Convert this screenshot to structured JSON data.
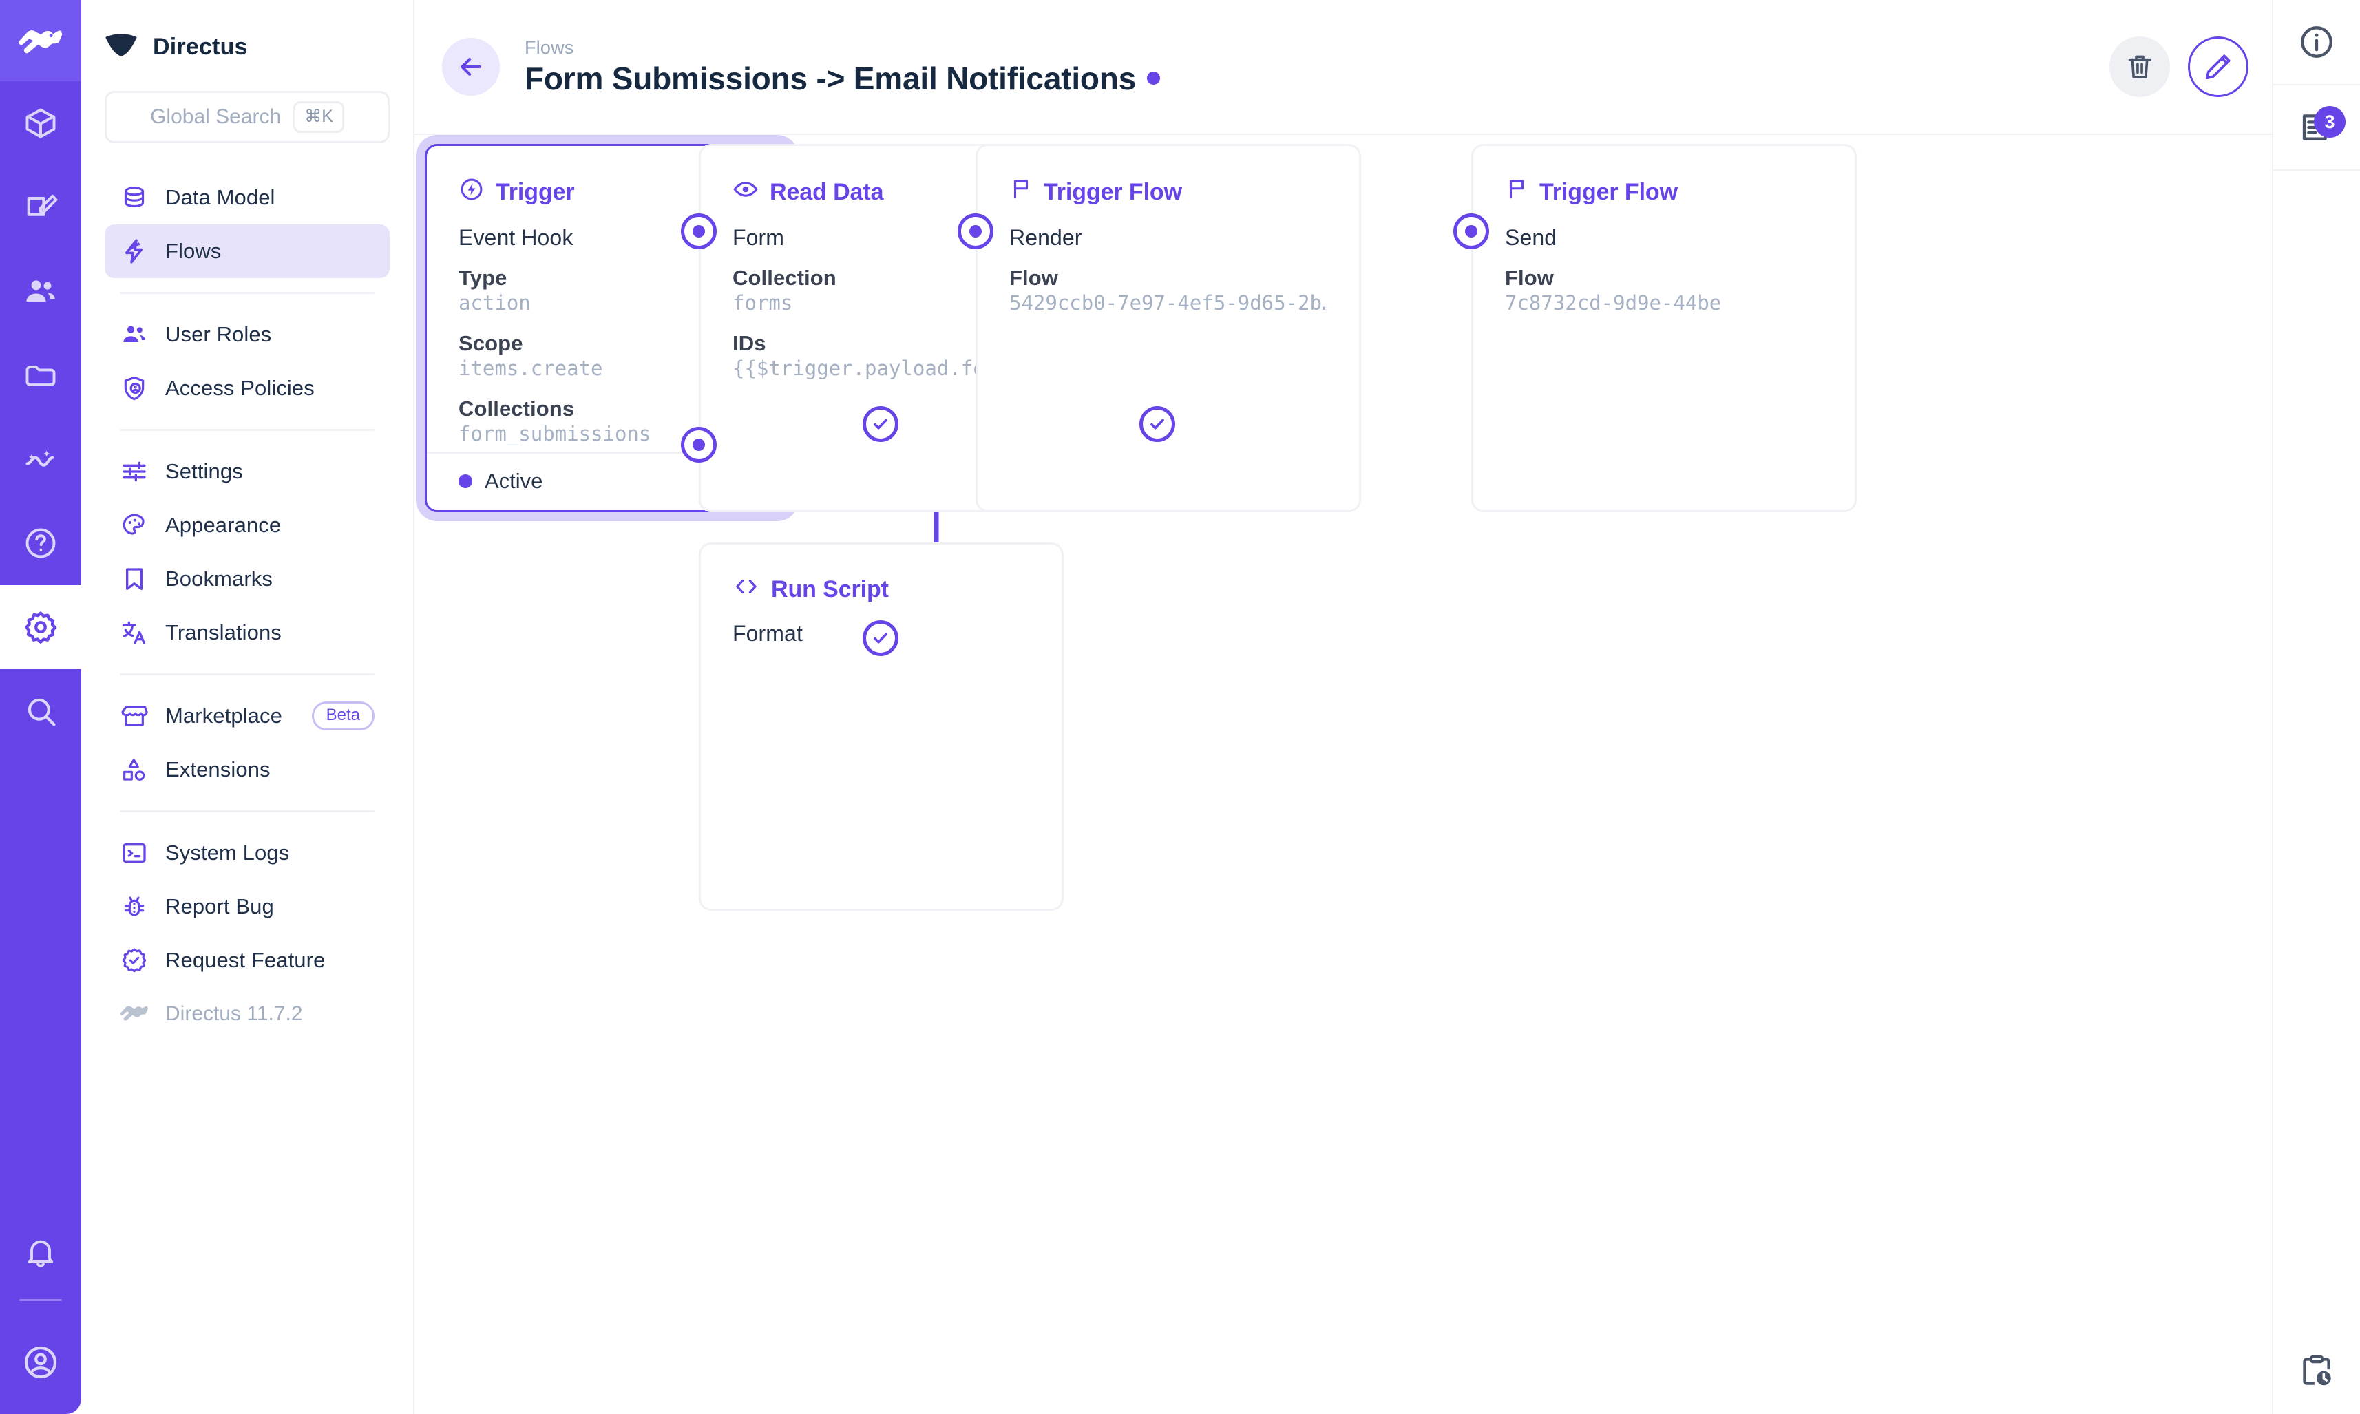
{
  "brand": {
    "name": "Directus",
    "logo_icon": "directus-logo-icon"
  },
  "rail": {
    "logo_icon": "directus-rabbit-icon",
    "items": [
      {
        "name": "content",
        "icon": "box-icon"
      },
      {
        "name": "editor",
        "icon": "edit-square-icon"
      },
      {
        "name": "users",
        "icon": "people-icon"
      },
      {
        "name": "files",
        "icon": "folder-icon"
      },
      {
        "name": "insights",
        "icon": "insights-icon"
      },
      {
        "name": "help",
        "icon": "question-circle-icon"
      },
      {
        "name": "settings",
        "icon": "gear-icon",
        "active": true
      },
      {
        "name": "search",
        "icon": "search-icon"
      }
    ],
    "bottom": [
      {
        "name": "notifications",
        "icon": "bell-icon"
      },
      {
        "name": "account",
        "icon": "user-circle-icon"
      }
    ]
  },
  "search": {
    "placeholder": "Global Search",
    "shortcut": "⌘K"
  },
  "sidebar": {
    "groups": [
      {
        "items": [
          {
            "label": "Data Model",
            "icon": "database-icon",
            "active": false
          },
          {
            "label": "Flows",
            "icon": "lightning-icon",
            "active": true
          }
        ]
      },
      {
        "items": [
          {
            "label": "User Roles",
            "icon": "people-icon",
            "active": false
          },
          {
            "label": "Access Policies",
            "icon": "shield-user-icon",
            "active": false
          }
        ]
      },
      {
        "items": [
          {
            "label": "Settings",
            "icon": "sliders-icon",
            "active": false
          },
          {
            "label": "Appearance",
            "icon": "palette-icon",
            "active": false
          },
          {
            "label": "Bookmarks",
            "icon": "bookmark-icon",
            "active": false
          },
          {
            "label": "Translations",
            "icon": "translate-icon",
            "active": false
          }
        ]
      },
      {
        "items": [
          {
            "label": "Marketplace",
            "icon": "storefront-icon",
            "badge": "Beta",
            "active": false
          },
          {
            "label": "Extensions",
            "icon": "shapes-icon",
            "active": false
          }
        ]
      },
      {
        "items": [
          {
            "label": "System Logs",
            "icon": "terminal-icon",
            "active": false
          },
          {
            "label": "Report Bug",
            "icon": "bug-icon",
            "active": false
          },
          {
            "label": "Request Feature",
            "icon": "badge-check-icon",
            "active": false
          }
        ]
      }
    ],
    "version": {
      "label": "Directus 11.7.2",
      "icon": "rabbit-icon"
    }
  },
  "header": {
    "back_icon": "arrow-left-icon",
    "breadcrumb": "Flows",
    "title": "Form Submissions -> Email Notifications",
    "status_dot_color": "#6644e8",
    "actions": [
      {
        "name": "delete-flow",
        "icon": "trash-icon"
      },
      {
        "name": "edit-flow",
        "icon": "pencil-icon"
      }
    ]
  },
  "right_sidebar": {
    "items": [
      {
        "name": "info",
        "icon": "info-circle-icon"
      },
      {
        "name": "logs",
        "icon": "logs-icon",
        "badge": "3"
      }
    ],
    "bottom": {
      "name": "revisions",
      "icon": "clipboard-clock-icon"
    }
  },
  "flow": {
    "nodes": [
      {
        "id": "trigger",
        "type_label": "Trigger",
        "icon": "trigger-bolt-icon",
        "selected": true,
        "row_name": "Event Hook",
        "fields": [
          {
            "key": "Type",
            "value": "action"
          },
          {
            "key": "Scope",
            "value": "items.create"
          },
          {
            "key": "Collections",
            "value": "form_submissions"
          }
        ],
        "footer_status": "Active"
      },
      {
        "id": "read-data",
        "type_label": "Read Data",
        "icon": "eye-icon",
        "selected": false,
        "row_name": "Form",
        "fields": [
          {
            "key": "Collection",
            "value": "forms"
          },
          {
            "key": "IDs",
            "value": "{{$trigger.payload.form}}"
          }
        ]
      },
      {
        "id": "run-script",
        "type_label": "Run Script",
        "icon": "code-brackets-icon",
        "selected": false,
        "row_name": "Format",
        "fields": []
      },
      {
        "id": "trigger-flow-render",
        "type_label": "Trigger Flow",
        "icon": "flag-icon",
        "selected": false,
        "row_name": "Render",
        "fields": [
          {
            "key": "Flow",
            "value": "5429ccb0-7e97-4ef5-9d65-2b…"
          }
        ]
      },
      {
        "id": "trigger-flow-send",
        "type_label": "Trigger Flow",
        "icon": "flag-icon",
        "selected": false,
        "row_name": "Send",
        "fields": [
          {
            "key": "Flow",
            "value": "7c8732cd-9d9e-44be"
          }
        ]
      }
    ],
    "accent_color": "#6644e8",
    "edge_color": "#6644e8"
  }
}
